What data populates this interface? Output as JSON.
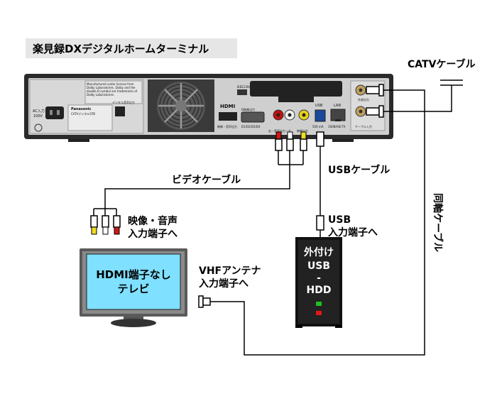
{
  "title": "楽見録DXデジタルホームターミナル",
  "labels": {
    "catv_cable": "CATVケーブル",
    "video_cable": "ビデオケーブル",
    "usb_cable": "USBケーブル",
    "coax_cable": "同軸ケーブル",
    "usb_in_1": "USB",
    "usb_in_2": "入力端子へ",
    "av_in_1": "映像・音声",
    "av_in_2": "入力端子へ",
    "vhf_in_1": "VHFアンテナ",
    "vhf_in_2": "入力端子へ"
  },
  "tv": {
    "line1": "HDMI端子なし",
    "line2": "テレビ"
  },
  "hdd": {
    "line1": "外付け",
    "line2": "USB",
    "line3": "-",
    "line4": "HDD"
  },
  "panel": {
    "notice1": "Manufactured under license from",
    "notice2": "Dolby Laboratories. Dolby and the",
    "notice3": "double-D symbol are trademarks of",
    "notice4": "Dolby Laboratories.",
    "brand": "Panasonic",
    "model": "CATVデジタルSTB",
    "ac_label": "AC入力",
    "ac_volt": "100V",
    "digital_out": "デジタル音声出力",
    "hdmi": "HDMI",
    "ieee": "IEEE1394",
    "d_out": "D映像出力",
    "d_sub": "D1/D2/D3/D4",
    "hdmi_sub": "映像・音声出力",
    "av_out": "右－音声出力－左",
    "video_out": "映像出力",
    "usb": "USB",
    "usb_ma": "500 mA",
    "lan": "LAN",
    "lan_sub": "100BASE-TX",
    "ant_out": "外部出力",
    "cable_in": "ケーブル入力"
  }
}
